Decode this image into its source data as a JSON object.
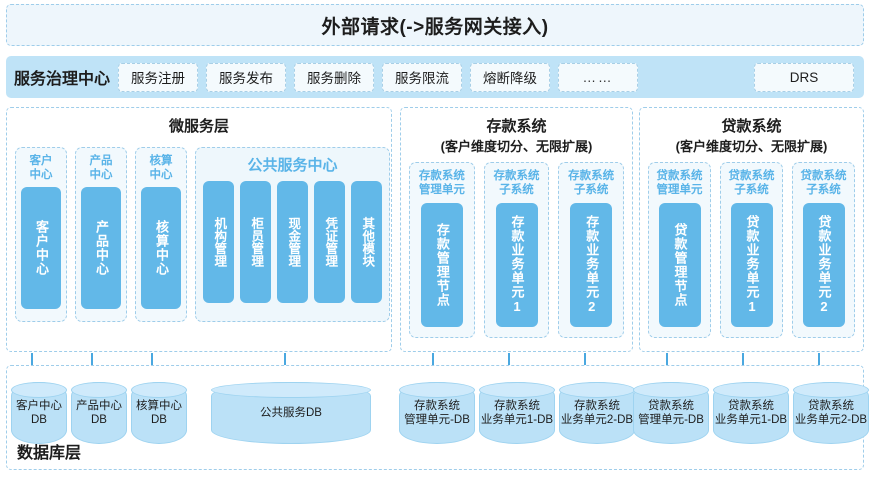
{
  "topbar": {
    "title": "外部请求(->服务网关接入)"
  },
  "governance": {
    "title": "服务治理中心",
    "buttons": [
      "服务注册",
      "服务发布",
      "服务删除",
      "服务限流",
      "熔断降级",
      "……"
    ],
    "drs": "DRS"
  },
  "panels": {
    "micro": {
      "title": "微服务层",
      "units": [
        {
          "label": "客户\n中心",
          "block": "客户中心"
        },
        {
          "label": "产品\n中心",
          "block": "产品中心"
        },
        {
          "label": "核算\n中心",
          "block": "核算中心"
        }
      ],
      "public": {
        "title": "公共服务中心",
        "modules": [
          "机构管理",
          "柜员管理",
          "现金管理",
          "凭证管理",
          "其他模块"
        ]
      }
    },
    "deposit": {
      "title": "存款系统",
      "subtitle": "(客户维度切分、无限扩展)",
      "units": [
        {
          "label": "存款系统\n管理单元",
          "block": "存款管理节点"
        },
        {
          "label": "存款系统\n子系统",
          "block": "存款业务单元1"
        },
        {
          "label": "存款系统\n子系统",
          "block": "存款业务单元2"
        }
      ]
    },
    "loan": {
      "title": "贷款系统",
      "subtitle": "(客户维度切分、无限扩展)",
      "units": [
        {
          "label": "贷款系统\n管理单元",
          "block": "贷款管理节点"
        },
        {
          "label": "贷款系统\n子系统",
          "block": "贷款业务单元1"
        },
        {
          "label": "贷款系统\n子系统",
          "block": "贷款业务单元2"
        }
      ]
    }
  },
  "database": {
    "layer_title": "数据库层",
    "items": [
      {
        "label": "客户中心\nDB"
      },
      {
        "label": "产品中心\nDB"
      },
      {
        "label": "核算中心\nDB"
      },
      {
        "label": "公共服务DB"
      },
      {
        "label": "存款系统\n管理单元-DB"
      },
      {
        "label": "存款系统\n业务单元1-DB"
      },
      {
        "label": "存款系统\n业务单元2-DB"
      },
      {
        "label": "贷款系统\n管理单元-DB"
      },
      {
        "label": "贷款系统\n业务单元1-DB"
      },
      {
        "label": "贷款系统\n业务单元2-DB"
      }
    ]
  },
  "colors": {
    "accent_blue": "#62b8e8",
    "light_blue": "#bfe3f7",
    "dashed_border": "#9fcdea",
    "arrow": "#4aa8e0"
  }
}
